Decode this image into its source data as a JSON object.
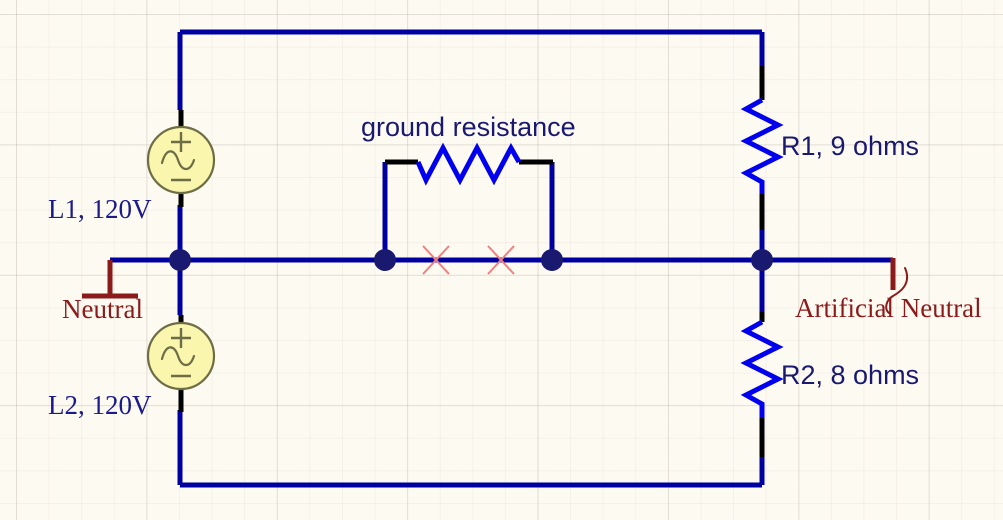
{
  "diagram": {
    "title": "Split-phase AC circuit with ground resistance and artificial neutral",
    "type": "electrical-schematic",
    "background_color": "#fdfaf2",
    "wire_color": "#0000a0",
    "pin_color": "#000000",
    "resistor_color": "#0000ee",
    "source_fill": "#faf6ae",
    "source_stroke": "#7a7a50",
    "junction_color": "#191970",
    "label_blue": "#191970",
    "label_red": "#8b1a1a",
    "no_connect_color": "#f08080"
  },
  "labels": {
    "ground_resistance": "ground resistance",
    "r1": "R1, 9 ohms",
    "r2": "R2, 8 ohms",
    "l1": "L1, 120V",
    "l2": "L2, 120V",
    "neutral": "Neutral",
    "artificial_neutral": "Artificial Neutral"
  },
  "components": [
    {
      "id": "L1",
      "name": "L1, 120V",
      "type": "ac-voltage-source",
      "value": "120V",
      "polarity_top": "+",
      "polarity_bottom": "−"
    },
    {
      "id": "L2",
      "name": "L2, 120V",
      "type": "ac-voltage-source",
      "value": "120V",
      "polarity_top": "+",
      "polarity_bottom": "−"
    },
    {
      "id": "Rg",
      "name": "ground resistance",
      "type": "resistor",
      "value": ""
    },
    {
      "id": "R1",
      "name": "R1, 9 ohms",
      "type": "resistor",
      "value": "9 ohms"
    },
    {
      "id": "R2",
      "name": "R2, 8 ohms",
      "type": "resistor",
      "value": "8 ohms"
    }
  ],
  "nets": [
    {
      "id": "neutral",
      "label": "Neutral",
      "symbol": "ground-tee"
    },
    {
      "id": "artificial_neutral",
      "label": "Artificial Neutral",
      "symbol": "net-flag-hook"
    }
  ],
  "markers": {
    "no_connect_count": 2,
    "no_connect_symbol": "x-cross"
  }
}
